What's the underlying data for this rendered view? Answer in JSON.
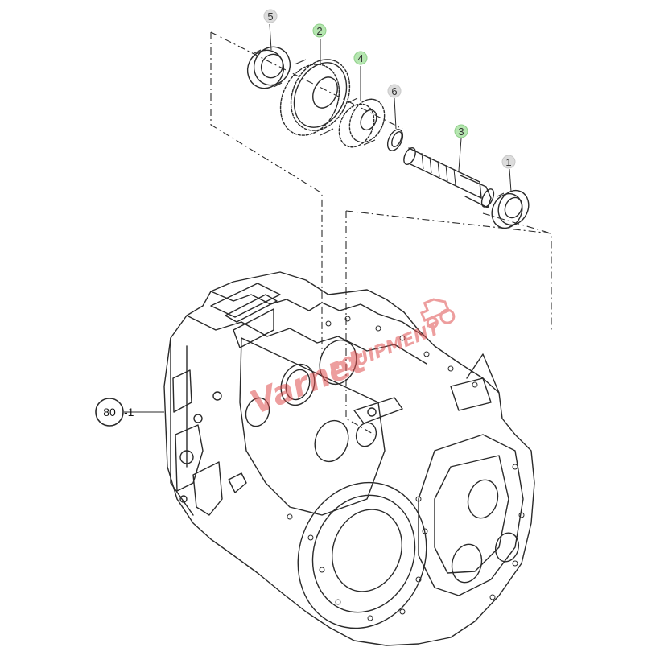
{
  "callouts": [
    {
      "id": "5",
      "highlighted": false
    },
    {
      "id": "2",
      "highlighted": true
    },
    {
      "id": "4",
      "highlighted": true
    },
    {
      "id": "6",
      "highlighted": false
    },
    {
      "id": "3",
      "highlighted": true
    },
    {
      "id": "1",
      "highlighted": false
    }
  ],
  "reference": {
    "circle": "80",
    "suffix": "-1"
  },
  "watermark": {
    "part1": "Varnet",
    "part2": "EQUIPMENT"
  },
  "colors": {
    "highlight": "#b5e6b0",
    "highlight_text": "#1a7a1a",
    "neutral_badge": "#dcdcdc",
    "watermark": "#e05050",
    "line": "#2a2a2a"
  }
}
